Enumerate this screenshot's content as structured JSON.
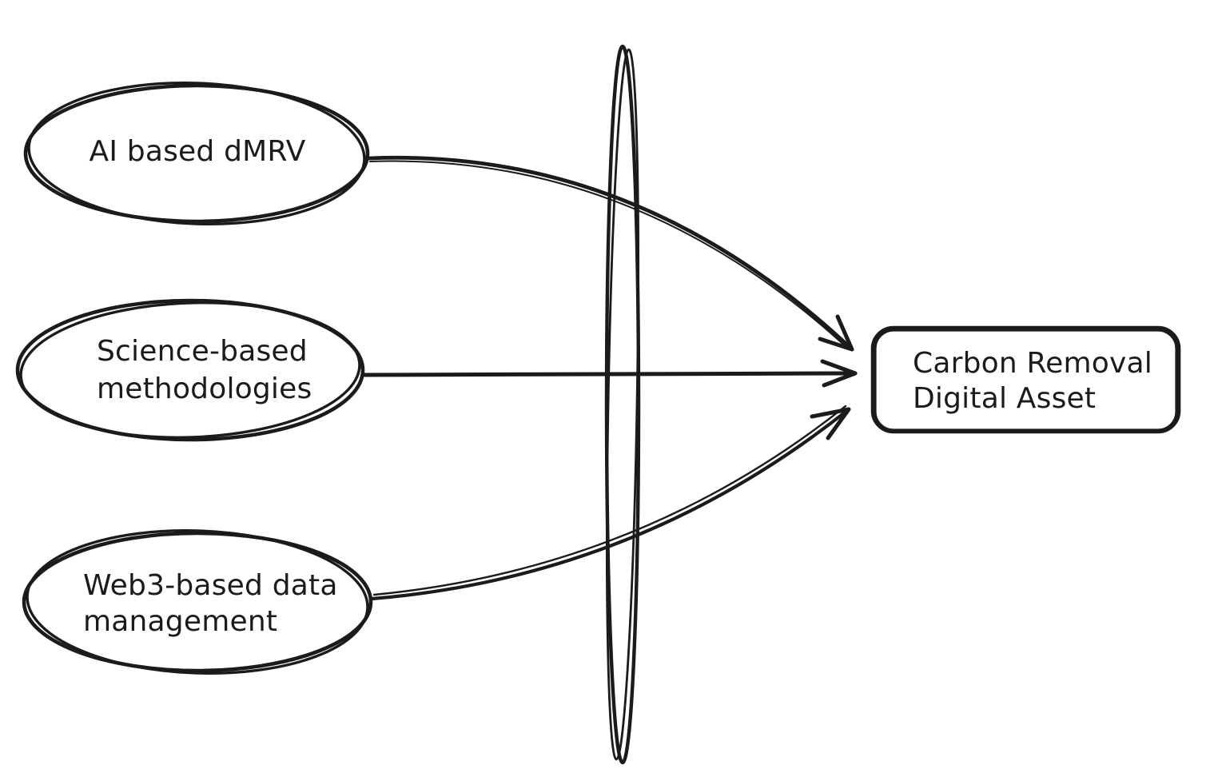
{
  "canvas": {
    "background": "#ffffff",
    "ink_color": "#1b1b1b"
  },
  "nodes": {
    "ai_dmrv": {
      "shape": "ellipse",
      "label": "AI based dMRV"
    },
    "science": {
      "shape": "ellipse",
      "line1": "Science-based",
      "line2": "methodologies"
    },
    "web3": {
      "shape": "ellipse",
      "line1": "Web3-based data",
      "line2": "management"
    },
    "asset": {
      "shape": "rounded-rectangle",
      "line1": "Carbon Removal",
      "line2": "Digital Asset"
    }
  },
  "edges": [
    {
      "from": "AI based dMRV",
      "to": "Carbon Removal Digital Asset",
      "style": "curved-arrow"
    },
    {
      "from": "Science-based methodologies",
      "to": "Carbon Removal Digital Asset",
      "style": "straight-arrow"
    },
    {
      "from": "Web3-based data management",
      "to": "Carbon Removal Digital Asset",
      "style": "curved-double-arrow"
    }
  ],
  "decorations": {
    "lens": "tall narrow vertical ellipse crossing all three arrows"
  }
}
